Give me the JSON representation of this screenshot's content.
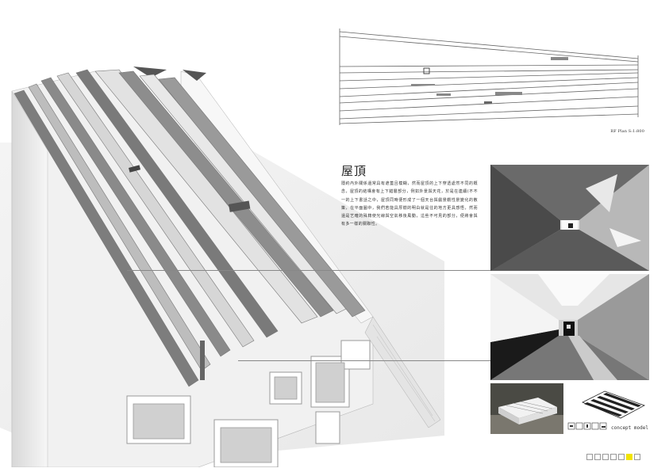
{
  "plan_caption": "RF Plan S:1:800",
  "section": {
    "title": "屋頂",
    "body": "隱約內外關係還常具有遮蓋且模糊，然而屋頂的上下穿透處然不同的概念，屋頂的結構會有上下錯層部分，例如外景與天花，於是在連續(不不一的上下書話之中，屋頂同時便形成了一個天台與戲景觀性景變化的散策，在平面圖中，我們若能具厚樹的明白就是往的地方更具感悟，然而還是艺確的殊籍使光線與空氣移後風動，這些不可見的部分，便將會與有多一樣的關聯性。"
  },
  "concept_label": "concept model",
  "pages": {
    "count": 7,
    "active_index": 5
  },
  "colors": {
    "accent": "#f2e400",
    "wall_light": "#f2f2f2",
    "wall_shadow": "#8a8a8a",
    "dark": "#3a3a3a"
  }
}
